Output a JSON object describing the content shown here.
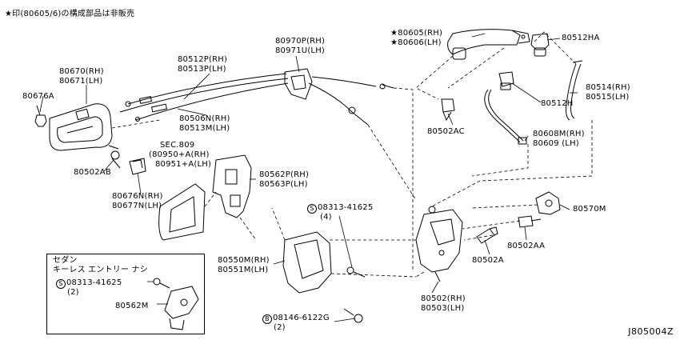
{
  "header_note": "★印(80605/6)の構成部品は非販売",
  "diagram_code": "J805004Z",
  "labels": {
    "p80670": "80670(RH)",
    "p80671": "80671(LH)",
    "p80676a": "80676A",
    "p80512p": "80512P(RH)",
    "p80513p": "80513P(LH)",
    "p80970p": "80970P(RH)",
    "p80971u": "80971U(LH)",
    "p80605": "★80605(RH)",
    "p80606": "★80606(LH)",
    "p80512ha": "80512HA",
    "p80506n": "80506N(RH)",
    "p80513m": "80513M(LH)",
    "p80502ac": "80502AC",
    "p80512h": "80512H",
    "p80514": "80514(RH)",
    "p80515": "80515(LH)",
    "p80608m": "80608M(RH)",
    "p80609": "80609 (LH)",
    "sec809": "SEC.809",
    "p80950": "(80950+A(RH)",
    "p80951": "80951+A(LH)",
    "p80502ab": "80502AB",
    "p80676n": "80676N(RH)",
    "p80677n": "80677N(LH)",
    "p80562p": "80562P(RH)",
    "p80563p": "80563P(LH)",
    "bolt1": "08313-41625",
    "bolt1_qty": "(4)",
    "p80570m": "80570M",
    "p80502aa": "80502AA",
    "p80502a": "80502A",
    "p80550m": "80550M(RH)",
    "p80551m": "80551M(LH)",
    "p80502": "80502(RH)",
    "p80503": "80503(LH)",
    "bolt2": "08146-6122G",
    "bolt2_qty": "(2)"
  },
  "symbols": {
    "s_circle": "S",
    "b_circle": "B"
  },
  "inset": {
    "title1": "セダン",
    "title2": "キーレス エントリー ナシ",
    "bolt": "08313-41625",
    "bolt_qty": "(2)",
    "part": "80562M"
  }
}
